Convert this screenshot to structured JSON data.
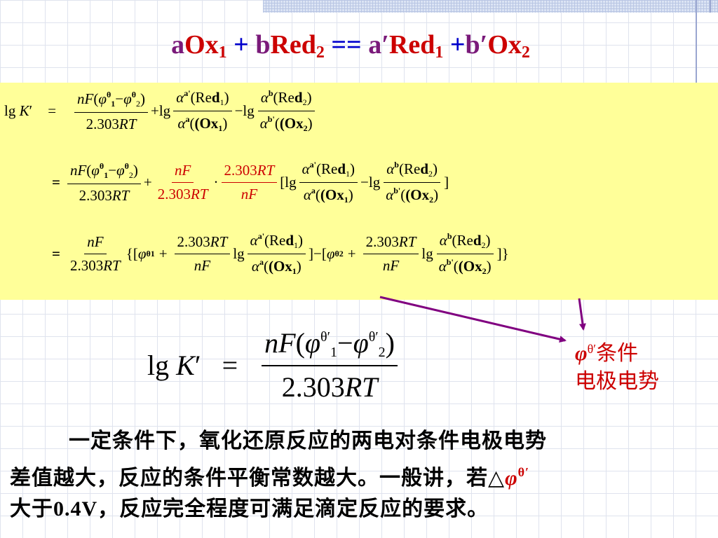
{
  "title": {
    "a": "a",
    "ox": "Ox",
    "n1": "1",
    "plus": " + ",
    "b": "b",
    "red": "Red",
    "n2": "2",
    "eq": " == ",
    "ap": "a′",
    "red1": "Red",
    "n1b": "1",
    "plusb": " +",
    "bp": "b′",
    "ox2": "Ox",
    "n2b": "2"
  },
  "sym": {
    "lg": "lg",
    "K": "K",
    "prime": "′",
    "eq": "=",
    "nF": "nF",
    "lparen": "(",
    "rparen": ")",
    "phi": "φ",
    "theta": "θ",
    "one": "1",
    "two": "2",
    "minus": "−",
    "plus": "+",
    "c2303": "2.303",
    "RT": "RT",
    "alpha": "α",
    "sup_a": "a",
    "sup_b": "b",
    "sup_ap": "a'",
    "sup_bp": "b'",
    "Re": "(Re",
    "d": "d",
    "Ox": "(Ox",
    "dot": "·",
    "lbr": "[",
    "rbr": "]",
    "lbrlg": "[lg",
    "lcurly": "{[",
    "rend": "]}",
    "minusbr": "]−[",
    "big_theta_prime": "θ′"
  },
  "annotation": {
    "phi": "φ",
    "theta": "θ′",
    "line1": "条件",
    "line2": "电极电势"
  },
  "description": {
    "line1": "一定条件下，氧化还原反应的两电对条件电极电势",
    "line2a": "差值越大，反应的条件平衡常数越大。一般讲，若",
    "tri": "△",
    "phi": "φ",
    "theta": "θ′",
    "line3a": "大于",
    "value": "0.4V",
    "line3b": "，反应完全程度可满足滴定反应的要求。"
  },
  "colors": {
    "title_coef": "#7a1a7a",
    "title_species": "#cc0000",
    "title_plus": "#0000cc",
    "highlight": "#ffff99",
    "annotation": "#cc0000",
    "arrow": "#800080"
  }
}
